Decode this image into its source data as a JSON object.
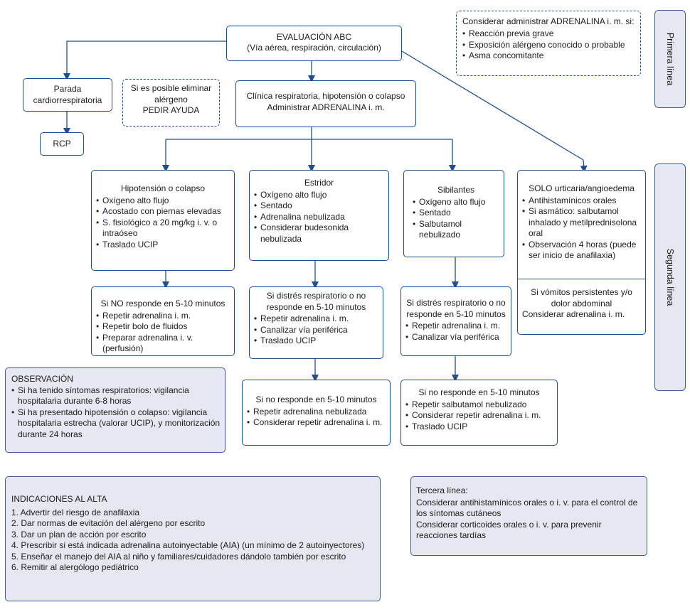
{
  "abc": {
    "title": "EVALUACIÓN ABC",
    "subtitle": "(Vía aérea, respiración, circulación)"
  },
  "parada": {
    "line1": "Parada",
    "line2": "cardiorrespiratoria"
  },
  "rcp": "RCP",
  "eliminar": {
    "line1": "Si es posible eliminar",
    "line2": "alérgeno",
    "line3": "PEDIR AYUDA"
  },
  "clinica": {
    "line1": "Clínica respiratoria, hipotensión o colapso",
    "line2": "Administrar ADRENALINA i. m."
  },
  "considerar": {
    "title": "Considerar administrar ADRENALINA i. m. si:",
    "items": [
      "Reacción previa grave",
      "Exposición alérgeno conocido o probable",
      "Asma concomitante"
    ]
  },
  "side_labels": {
    "primera": "Primera línea",
    "segunda": "Segunda línea"
  },
  "hipotension": {
    "title": "Hipotensión o colapso",
    "items": [
      "Oxígeno alto flujo",
      "Acostado con piernas elevadas",
      "S. fisiológico a 20 mg/kg i. v. o intraóseo",
      "Traslado UCIP"
    ]
  },
  "estridor": {
    "title": "Estridor",
    "items": [
      "Oxígeno alto flujo",
      "Sentado",
      "Adrenalina nebulizada",
      "Considerar budesonida nebulizada"
    ]
  },
  "sibilantes": {
    "title": "Sibilantes",
    "items": [
      "Oxígeno alto flujo",
      "Sentado",
      "Salbutamol nebulizado"
    ]
  },
  "urticaria": {
    "title": "SOLO urticaria/angioedema",
    "items": [
      "Antihistamínicos orales",
      "Si asmático: salbutamol inhalado y metilprednisolona oral",
      "Observación 4 horas (puede ser inicio de anafilaxia)"
    ],
    "vomitos_title": "Si vómitos persistentes y/o dolor abdominal",
    "vomitos_text": "Considerar adrenalina i. m."
  },
  "no_responde_hipo": {
    "title": "Si NO responde en 5-10 minutos",
    "items": [
      "Repetir adrenalina i. m.",
      "Repetir bolo de fluidos",
      "Preparar adrenalina i. v. (perfusión)"
    ]
  },
  "distres_estr": {
    "title": "Si distrés respiratorio o no responde en 5-10 minutos",
    "items": [
      "Repetir adrenalina i. m.",
      "Canalizar vía periférica",
      "Traslado UCIP"
    ]
  },
  "distres_sib": {
    "title": "Si distrés respiratorio o no responde en 5-10 minutos",
    "items": [
      "Repetir adrenalina i. m.",
      "Canalizar vía periférica"
    ]
  },
  "no_responde_estr": {
    "title": "Si no responde en 5-10 minutos",
    "items": [
      "Repetir adrenalina nebulizada",
      "Considerar repetir adrenalina i. m."
    ]
  },
  "no_responde_sib": {
    "title": "Si no responde en 5-10 minutos",
    "items": [
      "Repetir salbutamol nebulizado",
      "Considerar repetir adrenalina i. m.",
      "Traslado UCIP"
    ]
  },
  "observacion": {
    "title": "OBSERVACIÓN",
    "items": [
      "Si ha tenido síntomas respiratorios: vigilancia hospitalaria durante 6-8 horas",
      "Si ha presentado hipotensión o colapso: vigilancia hospitalaria estrecha (valorar UCIP), y monitorización durante 24 horas"
    ]
  },
  "alta": {
    "title": "INDICACIONES AL ALTA",
    "items": [
      "1. Advertir del riesgo de anafilaxia",
      "2. Dar normas de evitación del alérgeno por escrito",
      "3. Dar un plan de acción por escrito",
      "4. Prescribir si está indicada adrenalina autoinyectable (AIA) (un mínimo de 2 autoinyectores)",
      "5. Enseñar el manejo del AIA al niño y familiares/cuidadores dándolo también por escrito",
      "6. Remitir al alergólogo pediátrico"
    ]
  },
  "tercera": {
    "title": "Tercera línea:",
    "items": [
      "Considerar antihistamínicos orales o i. v. para el control de los síntomas cutáneos",
      "Considerar corticoides orales o i. v. para prevenir reacciones tardías"
    ]
  },
  "colors": {
    "line": "#1f4e8c",
    "shade": "#e6e7f1"
  }
}
